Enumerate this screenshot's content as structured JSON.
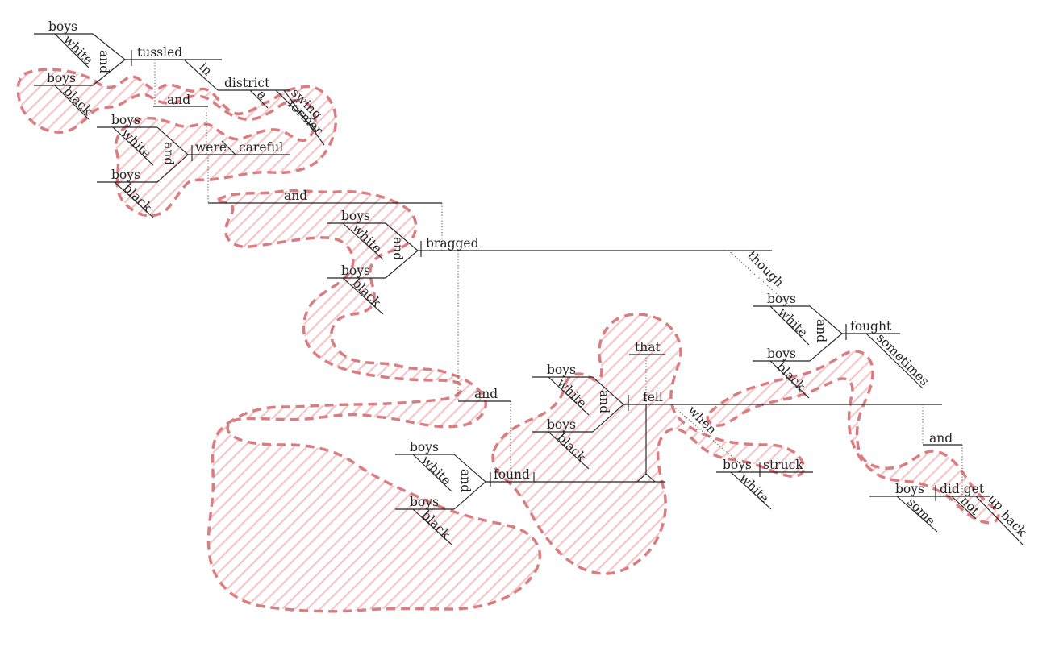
{
  "sentence_diagram": {
    "words": {
      "c1_boys_top": "boys",
      "c1_white": "white",
      "c1_and": "and",
      "c1_boys_bot": "boys",
      "c1_black": "black",
      "tussled": "tussled",
      "in": "in",
      "district": "district",
      "a": "a",
      "swing": "swing",
      "former": "former",
      "and_1": "and",
      "c2_boys_top": "boys",
      "c2_white": "white",
      "c2_and": "and",
      "c2_boys_bot": "boys",
      "c2_black": "black",
      "were": "were",
      "careful": "careful",
      "and_2": "and",
      "c3_boys_top": "boys",
      "c3_white": "white",
      "c3_and": "and",
      "c3_boys_bot": "boys",
      "c3_black": "black",
      "bragged": "bragged",
      "though": "though",
      "c4_boys_top": "boys",
      "c4_white": "white",
      "c4_and": "and",
      "c4_boys_bot": "boys",
      "c4_black": "black",
      "fought": "fought",
      "sometimes": "sometimes",
      "and_3": "and",
      "c5_boys_top": "boys",
      "c5_white": "white",
      "c5_and": "and",
      "c5_boys_bot": "boys",
      "c5_black": "black",
      "found": "found",
      "that": "that",
      "c6_boys_top": "boys",
      "c6_white": "white",
      "c6_and": "and",
      "c6_boys_bot": "boys",
      "c6_black": "black",
      "fell": "fell",
      "when": "when",
      "boys_struck_subj": "boys",
      "struck": "struck",
      "white_struck": "white",
      "and_4": "and",
      "boys_some": "boys",
      "some": "some",
      "did_get": "did get",
      "not": "not",
      "up": "up",
      "back": "back"
    },
    "colors": {
      "line": "#222222",
      "highlight_stroke": "#d9777a",
      "highlight_fill": "#f6c9ca"
    }
  }
}
